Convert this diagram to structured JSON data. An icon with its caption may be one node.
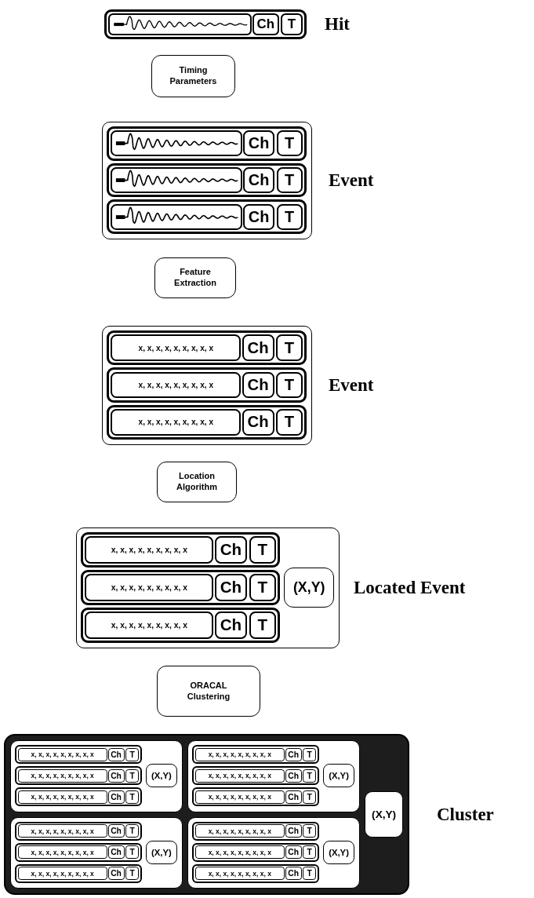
{
  "diagram": {
    "nodes": [
      {
        "text": [],
        "shape": "box",
        "beside": [
          "Hit"
        ]
      },
      {
        "text": [],
        "shape": "picture",
        "in": 0
      },
      {
        "text": [
          "Ch"
        ],
        "in": 0
      },
      {
        "text": [
          "T"
        ],
        "in": 0
      },
      {
        "text": [
          "Timing Parameters"
        ]
      },
      {
        "text": [],
        "shape": "box",
        "beside": [
          "Event"
        ]
      },
      {
        "text": [],
        "shape": "box",
        "in": 5
      },
      {
        "text": [],
        "shape": "picture",
        "in": 6
      },
      {
        "text": [
          "Ch"
        ],
        "in": 6
      },
      {
        "text": [
          "T"
        ],
        "in": 6
      },
      {
        "text": [],
        "shape": "box",
        "in": 5
      },
      {
        "text": [],
        "shape": "picture",
        "in": 10
      },
      {
        "text": [
          "Ch"
        ],
        "in": 10
      },
      {
        "text": [
          "T"
        ],
        "in": 10
      },
      {
        "text": [],
        "shape": "box",
        "in": 5
      },
      {
        "text": [],
        "shape": "picture",
        "in": 14
      },
      {
        "text": [
          "Ch"
        ],
        "in": 14
      },
      {
        "text": [
          "T"
        ],
        "in": 14
      },
      {
        "text": [
          "Feature Extraction"
        ]
      },
      {
        "text": [],
        "shape": "box",
        "beside": [
          "Event"
        ]
      },
      {
        "text": [],
        "shape": "box",
        "in": 19
      },
      {
        "text": [
          "x, x, x, x, x, x, x, x, x"
        ],
        "in": 20
      },
      {
        "text": [
          "Ch"
        ],
        "in": 20
      },
      {
        "text": [
          "T"
        ],
        "in": 20
      },
      {
        "text": [],
        "shape": "box",
        "in": 19
      },
      {
        "text": [
          "x, x, x, x, x, x, x, x, x"
        ],
        "in": 24
      },
      {
        "text": [
          "Ch"
        ],
        "in": 24
      },
      {
        "text": [
          "T"
        ],
        "in": 24
      },
      {
        "text": [],
        "shape": "box",
        "in": 19
      },
      {
        "text": [
          "x, x, x, x, x, x, x, x, x"
        ],
        "in": 28
      },
      {
        "text": [
          "Ch"
        ],
        "in": 28
      },
      {
        "text": [
          "T"
        ],
        "in": 28
      },
      {
        "text": [
          "Location Algorithm"
        ]
      },
      {
        "text": [],
        "shape": "box",
        "beside": [
          "Located Event"
        ]
      },
      {
        "text": [],
        "shape": "box",
        "in": 33
      },
      {
        "text": [
          "x, x, x, x, x, x, x, x, x"
        ],
        "in": 34
      },
      {
        "text": [
          "Ch"
        ],
        "in": 34
      },
      {
        "text": [
          "T"
        ],
        "in": 34
      },
      {
        "text": [],
        "shape": "box",
        "in": 33
      },
      {
        "text": [
          "x, x, x, x, x, x, x, x, x"
        ],
        "in": 38
      },
      {
        "text": [
          "Ch"
        ],
        "in": 38
      },
      {
        "text": [
          "T"
        ],
        "in": 38
      },
      {
        "text": [],
        "shape": "box",
        "in": 33
      },
      {
        "text": [
          "x, x, x, x, x, x, x, x, x"
        ],
        "in": 42
      },
      {
        "text": [
          "Ch"
        ],
        "in": 42
      },
      {
        "text": [
          "T"
        ],
        "in": 42
      },
      {
        "text": [
          "(X,Y)"
        ],
        "in": 33
      },
      {
        "text": [
          "ORACAL Clustering"
        ]
      },
      {
        "text": [],
        "shape": "box",
        "beside": [
          "Cluster"
        ]
      },
      {
        "text": [],
        "shape": "box",
        "in": 48
      },
      {
        "text": [],
        "shape": "box",
        "in": 49
      },
      {
        "text": [
          "x, x, x, x, x, x, x, x, x"
        ],
        "in": 50
      },
      {
        "text": [
          "Ch"
        ],
        "in": 50
      },
      {
        "text": [
          "T"
        ],
        "in": 50
      },
      {
        "text": [],
        "shape": "box",
        "in": 49
      },
      {
        "text": [
          "x, x, x, x, x, x, x, x, x"
        ],
        "in": 54
      },
      {
        "text": [
          "Ch"
        ],
        "in": 54
      },
      {
        "text": [
          "T"
        ],
        "in": 54
      },
      {
        "text": [],
        "shape": "box",
        "in": 49
      },
      {
        "text": [
          "x, x, x, x, x, x, x, x, x"
        ],
        "in": 58
      },
      {
        "text": [
          "Ch"
        ],
        "in": 58
      },
      {
        "text": [
          "T"
        ],
        "in": 58
      },
      {
        "text": [
          "(X,Y)"
        ],
        "in": 49
      },
      {
        "text": [],
        "shape": "box",
        "in": 48
      },
      {
        "text": [],
        "shape": "box",
        "in": 63
      },
      {
        "text": [
          "x, x, x, x, x, x, x, x, x"
        ],
        "in": 64
      },
      {
        "text": [
          "Ch"
        ],
        "in": 64
      },
      {
        "text": [
          "T"
        ],
        "in": 64
      },
      {
        "text": [],
        "shape": "box",
        "in": 63
      },
      {
        "text": [
          "x, x, x, x, x, x, x, x, x"
        ],
        "in": 68
      },
      {
        "text": [
          "Ch"
        ],
        "in": 68
      },
      {
        "text": [
          "T"
        ],
        "in": 68
      },
      {
        "text": [],
        "shape": "box",
        "in": 63
      },
      {
        "text": [
          "x, x, x, x, x, x, x, x, x"
        ],
        "in": 72
      },
      {
        "text": [
          "Ch"
        ],
        "in": 72
      },
      {
        "text": [
          "T"
        ],
        "in": 72
      },
      {
        "text": [
          "(X,Y)"
        ],
        "in": 63
      },
      {
        "text": [],
        "shape": "box",
        "in": 48
      },
      {
        "text": [],
        "shape": "box",
        "in": 77
      },
      {
        "text": [
          "x, x, x, x, x, x, x, x, x"
        ],
        "in": 78
      },
      {
        "text": [
          "Ch"
        ],
        "in": 78
      },
      {
        "text": [
          "T"
        ],
        "in": 78
      },
      {
        "text": [],
        "shape": "box",
        "in": 77
      },
      {
        "text": [
          "x, x, x, x, x, x, x, x, x"
        ],
        "in": 82
      },
      {
        "text": [
          "Ch"
        ],
        "in": 82
      },
      {
        "text": [
          "T"
        ],
        "in": 82
      },
      {
        "text": [],
        "shape": "box",
        "in": 77
      },
      {
        "text": [
          "x, x, x, x, x, x, x, x, x"
        ],
        "in": 86
      },
      {
        "text": [
          "Ch"
        ],
        "in": 86
      },
      {
        "text": [
          "T"
        ],
        "in": 86
      },
      {
        "text": [
          "(X,Y)"
        ],
        "in": 77
      },
      {
        "text": [],
        "shape": "box",
        "in": 48
      },
      {
        "text": [],
        "shape": "box",
        "in": 91
      },
      {
        "text": [
          "x, x, x, x, x, x, x, x, x"
        ],
        "in": 92
      },
      {
        "text": [
          "Ch"
        ],
        "in": 92
      },
      {
        "text": [
          "T"
        ],
        "in": 92
      },
      {
        "text": [],
        "shape": "box",
        "in": 91
      },
      {
        "text": [
          "x, x, x, x, x, x, x, x, x"
        ],
        "in": 96
      },
      {
        "text": [
          "Ch"
        ],
        "in": 96
      },
      {
        "text": [
          "T"
        ],
        "in": 96
      },
      {
        "text": [],
        "shape": "box",
        "in": 91
      },
      {
        "text": [
          "x, x, x, x, x, x, x, x, x"
        ],
        "in": 100
      },
      {
        "text": [
          "Ch"
        ],
        "in": 100
      },
      {
        "text": [
          "T"
        ],
        "in": 100
      },
      {
        "text": [
          "(X,Y)"
        ],
        "in": 91
      },
      {
        "text": [
          "(X,Y)"
        ],
        "in": 48
      }
    ]
  }
}
